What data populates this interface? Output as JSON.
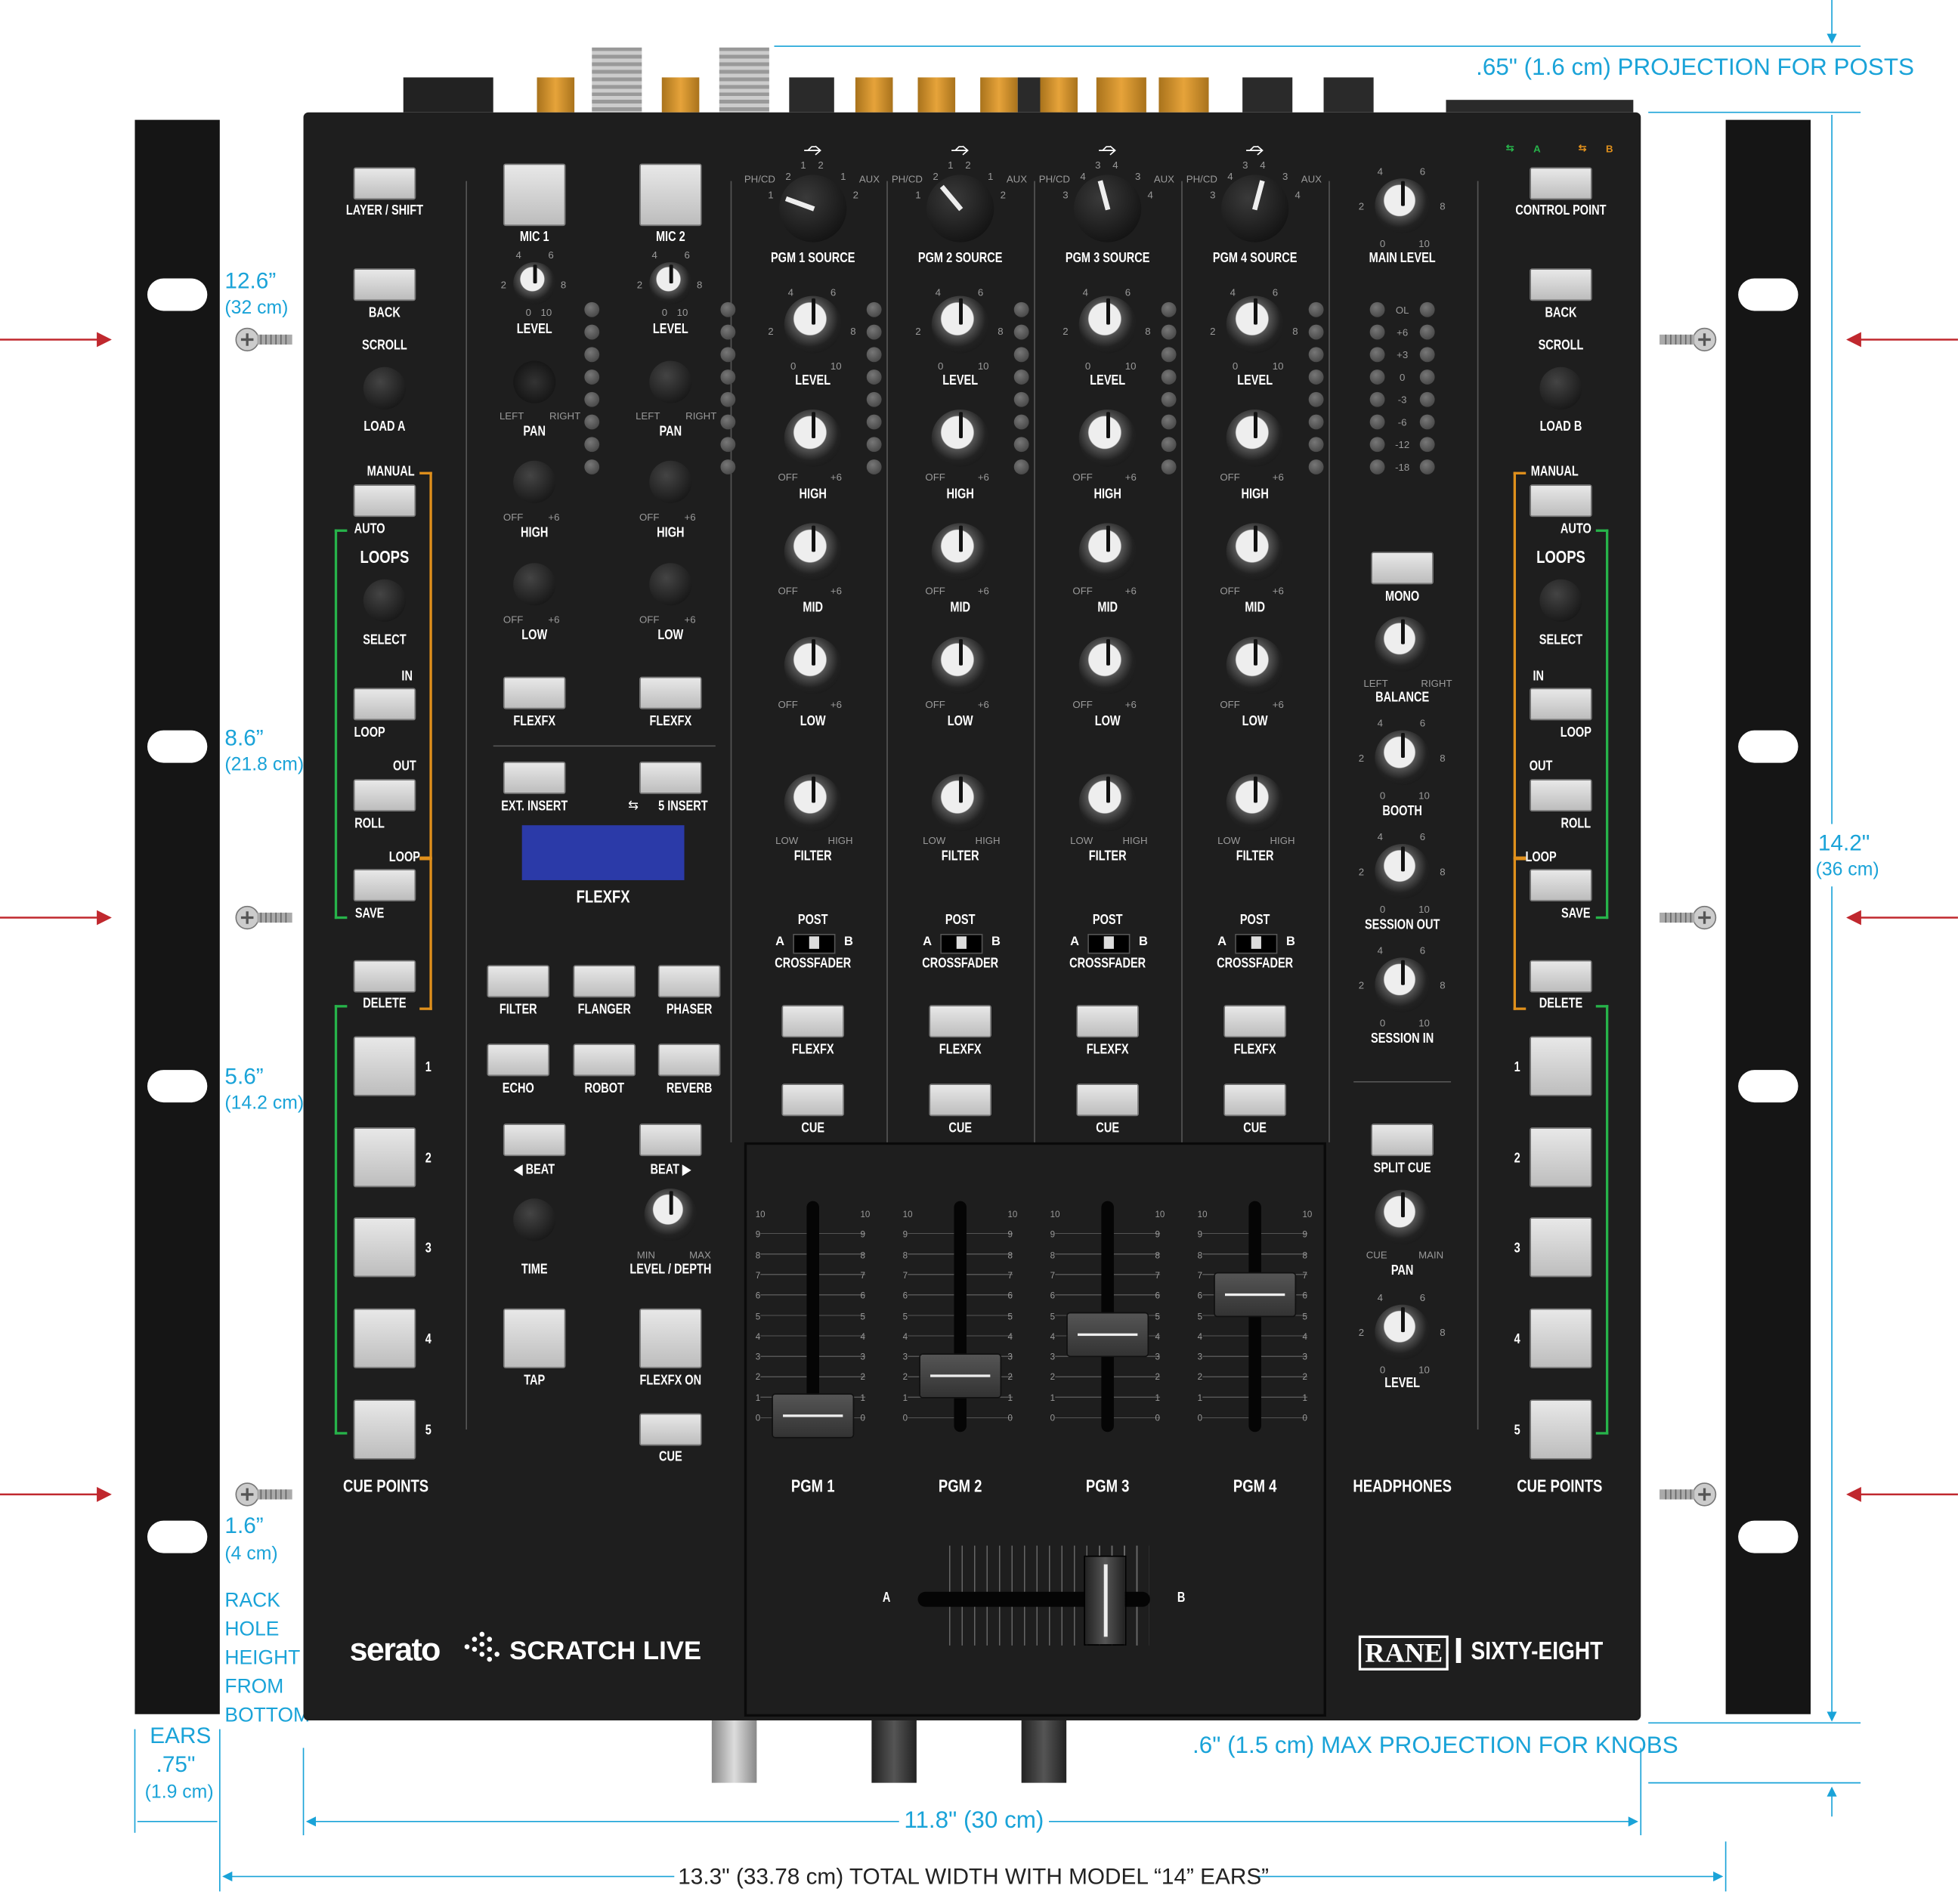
{
  "dims": {
    "projection_posts": ".65\" (1.6 cm) PROJECTION FOR POSTS",
    "projection_knobs": ".6\" (1.5 cm) MAX PROJECTION FOR KNOBS",
    "width": "11.8\" (30 cm)",
    "total_width": "13.3\" (33.78 cm) TOTAL WIDTH WITH MODEL “14” EARS”",
    "height_in": "14.2\"",
    "height_cm": "(36 cm)",
    "ears": "EARS",
    "ears_in": ".75\"",
    "ears_cm": "(1.9 cm)",
    "h1_in": "12.6”",
    "h1_cm": "(32 cm)",
    "h2_in": "8.6”",
    "h2_cm": "(21.8 cm)",
    "h3_in": "5.6”",
    "h3_cm": "(14.2 cm)",
    "h4_in": "1.6”",
    "h4_cm": "(4 cm)",
    "rack": [
      "RACK",
      "HOLE",
      "HEIGHT",
      "FROM",
      "BOTTOM"
    ]
  },
  "left": {
    "layer": "LAYER / SHIFT",
    "back": "BACK",
    "scroll": "SCROLL",
    "load": "LOAD A",
    "manual": "MANUAL",
    "auto": "AUTO",
    "loops": "LOOPS",
    "select": "SELECT",
    "in": "IN",
    "loop": "LOOP",
    "out": "OUT",
    "roll": "ROLL",
    "loop2": "LOOP",
    "save": "SAVE",
    "delete": "DELETE",
    "cue_points": "CUE POINTS",
    "nums": [
      "1",
      "2",
      "3",
      "4",
      "5"
    ]
  },
  "right": {
    "control_point": "CONTROL POINT",
    "usb_a": "A",
    "usb_b": "B",
    "back": "BACK",
    "scroll": "SCROLL",
    "load": "LOAD B",
    "manual": "MANUAL",
    "auto": "AUTO",
    "loops": "LOOPS",
    "select": "SELECT",
    "in": "IN",
    "loop": "LOOP",
    "out": "OUT",
    "roll": "ROLL",
    "loop2": "LOOP",
    "save": "SAVE",
    "delete": "DELETE",
    "cue_points": "CUE POINTS",
    "nums": [
      "1",
      "2",
      "3",
      "4",
      "5"
    ]
  },
  "mic": [
    {
      "name": "MIC 1",
      "level": "LEVEL",
      "pan": "PAN",
      "high": "HIGH",
      "low": "LOW",
      "flexfx": "FLEXFX"
    },
    {
      "name": "MIC 2",
      "level": "LEVEL",
      "pan": "PAN",
      "high": "HIGH",
      "low": "LOW",
      "flexfx": "FLEXFX"
    }
  ],
  "scales": {
    "zero": "0",
    "ten": "10",
    "two": "2",
    "four": "4",
    "six": "6",
    "eight": "8",
    "off": "OFF",
    "plus6": "+6",
    "left": "LEFT",
    "right": "RIGHT",
    "lowf": "LOW",
    "highf": "HIGH",
    "min": "MIN",
    "max": "MAX",
    "cue": "CUE",
    "main": "MAIN",
    "phcd": "PH/CD",
    "aux": "AUX"
  },
  "fx": {
    "ext_insert": "EXT. INSERT",
    "usb_insert": "5 INSERT",
    "display": "FLEXFX",
    "filter": "FILTER",
    "flanger": "FLANGER",
    "phaser": "PHASER",
    "echo": "ECHO",
    "robot": "ROBOT",
    "reverb": "REVERB",
    "beat_l": "◀ BEAT",
    "beat_r": "BEAT ▶",
    "time": "TIME",
    "level_depth": "LEVEL / DEPTH",
    "tap": "TAP",
    "flexfx_on": "FLEXFX ON",
    "cue": "CUE"
  },
  "channels": [
    {
      "source": "PGM 1 SOURCE",
      "src_l": "1",
      "src_l2": "2",
      "src_r1": "1",
      "src_r2": "2",
      "src_top": [
        "1",
        "2"
      ],
      "level": "LEVEL",
      "high": "HIGH",
      "mid": "MID",
      "low": "LOW",
      "filter": "FILTER",
      "post": "POST",
      "a": "A",
      "b": "B",
      "crossfader": "CROSSFADER",
      "flexfx": "FLEXFX",
      "cue": "CUE",
      "pgm": "PGM 1",
      "fader_pos": 0.0
    },
    {
      "source": "PGM 2 SOURCE",
      "src_l": "1",
      "src_l2": "2",
      "src_r1": "1",
      "src_r2": "2",
      "src_top": [
        "1",
        "2"
      ],
      "level": "LEVEL",
      "high": "HIGH",
      "mid": "MID",
      "low": "LOW",
      "filter": "FILTER",
      "post": "POST",
      "a": "A",
      "b": "B",
      "crossfader": "CROSSFADER",
      "flexfx": "FLEXFX",
      "cue": "CUE",
      "pgm": "PGM 2",
      "fader_pos": 0.2
    },
    {
      "source": "PGM 3 SOURCE",
      "src_l": "3",
      "src_l2": "4",
      "src_r1": "3",
      "src_r2": "4",
      "src_top": [
        "3",
        "4"
      ],
      "level": "LEVEL",
      "high": "HIGH",
      "mid": "MID",
      "low": "LOW",
      "filter": "FILTER",
      "post": "POST",
      "a": "A",
      "b": "B",
      "crossfader": "CROSSFADER",
      "flexfx": "FLEXFX",
      "cue": "CUE",
      "pgm": "PGM 3",
      "fader_pos": 0.4
    },
    {
      "source": "PGM 4 SOURCE",
      "src_l": "3",
      "src_l2": "4",
      "src_r1": "3",
      "src_r2": "4",
      "src_top": [
        "3",
        "4"
      ],
      "level": "LEVEL",
      "high": "HIGH",
      "mid": "MID",
      "low": "LOW",
      "filter": "FILTER",
      "post": "POST",
      "a": "A",
      "b": "B",
      "crossfader": "CROSSFADER",
      "flexfx": "FLEXFX",
      "cue": "CUE",
      "pgm": "PGM 4",
      "fader_pos": 0.6
    }
  ],
  "fader_scale": [
    "10",
    "9",
    "8",
    "7",
    "6",
    "5",
    "4",
    "3",
    "2",
    "1",
    "0"
  ],
  "master": {
    "main_level": "MAIN LEVEL",
    "meter": [
      "OL",
      "+6",
      "+3",
      "0",
      "-3",
      "-6",
      "-12",
      "-18"
    ],
    "mono": "MONO",
    "balance": "BALANCE",
    "booth": "BOOTH",
    "session_out": "SESSION OUT",
    "session_in": "SESSION IN",
    "split_cue": "SPLIT CUE",
    "pan": "PAN",
    "level": "LEVEL",
    "headphones": "HEADPHONES"
  },
  "crossfader": {
    "a": "A",
    "b": "B",
    "position": 0.85
  },
  "brand": {
    "serato": "serato",
    "scratch": "SCRATCH LIVE",
    "rane": "RANE",
    "model": "SIXTY-EIGHT"
  },
  "colors": {
    "dim": "#1aa3d8",
    "panel": "#1e1e1e",
    "orange": "#e0901c",
    "green": "#27b34a",
    "display": "#2b3aa8",
    "arrow": "#c0282e"
  }
}
